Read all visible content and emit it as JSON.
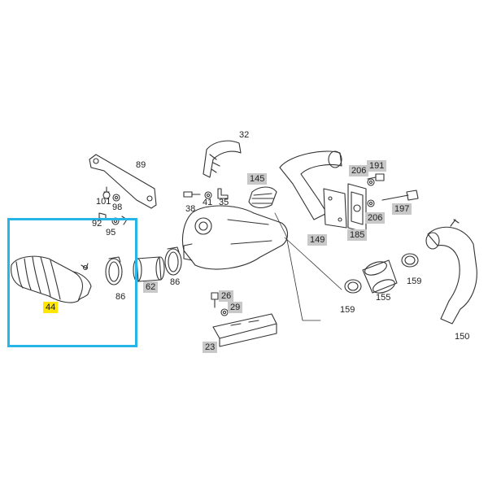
{
  "diagram": {
    "selected_part": "44",
    "colors": {
      "selection_border": "#27b4e6",
      "highlight_label": "#ffe600",
      "label_box": "#c8c8c8",
      "line": "#333333"
    },
    "labels": {
      "p32": "32",
      "p89": "89",
      "p145": "145",
      "p206a": "206",
      "p191": "191",
      "p197": "197",
      "p206b": "206",
      "p185": "185",
      "p149": "149",
      "p101": "101",
      "p98": "98",
      "p92": "92",
      "p95": "95",
      "p38": "38",
      "p41": "41",
      "p35": "35",
      "p44": "44",
      "p86a": "86",
      "p62": "62",
      "p86b": "86",
      "p26": "26",
      "p29": "29",
      "p23": "23",
      "p159a": "159",
      "p155": "155",
      "p159b": "159",
      "p150": "150"
    }
  }
}
